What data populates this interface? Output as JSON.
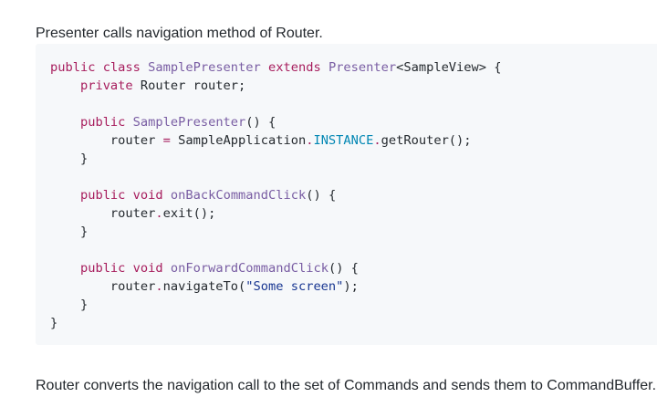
{
  "intro_text": "Presenter calls navigation method of Router.",
  "code_lines": [
    [
      {
        "t": "public",
        "k": "keyword"
      },
      {
        "t": " ",
        "k": "plain"
      },
      {
        "t": "class",
        "k": "keyword"
      },
      {
        "t": " ",
        "k": "plain"
      },
      {
        "t": "SamplePresenter",
        "k": "type"
      },
      {
        "t": " ",
        "k": "plain"
      },
      {
        "t": "extends",
        "k": "keyword"
      },
      {
        "t": " ",
        "k": "plain"
      },
      {
        "t": "Presenter",
        "k": "type"
      },
      {
        "t": "<SampleView>",
        "k": "plain"
      },
      {
        "t": " {",
        "k": "plain"
      }
    ],
    [
      {
        "t": "    ",
        "k": "plain"
      },
      {
        "t": "private",
        "k": "keyword"
      },
      {
        "t": " Router router;",
        "k": "plain"
      }
    ],
    [],
    [
      {
        "t": "    ",
        "k": "plain"
      },
      {
        "t": "public",
        "k": "keyword"
      },
      {
        "t": " ",
        "k": "plain"
      },
      {
        "t": "SamplePresenter",
        "k": "func"
      },
      {
        "t": "() {",
        "k": "plain"
      }
    ],
    [
      {
        "t": "        router ",
        "k": "plain"
      },
      {
        "t": "=",
        "k": "op"
      },
      {
        "t": " SampleApplication",
        "k": "plain"
      },
      {
        "t": ".",
        "k": "op"
      },
      {
        "t": "INSTANCE",
        "k": "constant"
      },
      {
        "t": ".",
        "k": "op"
      },
      {
        "t": "getRouter();",
        "k": "plain"
      }
    ],
    [
      {
        "t": "    }",
        "k": "plain"
      }
    ],
    [],
    [
      {
        "t": "    ",
        "k": "plain"
      },
      {
        "t": "public",
        "k": "keyword"
      },
      {
        "t": " ",
        "k": "plain"
      },
      {
        "t": "void",
        "k": "keyword"
      },
      {
        "t": " ",
        "k": "plain"
      },
      {
        "t": "onBackCommandClick",
        "k": "func"
      },
      {
        "t": "() {",
        "k": "plain"
      }
    ],
    [
      {
        "t": "        router",
        "k": "plain"
      },
      {
        "t": ".",
        "k": "op"
      },
      {
        "t": "exit();",
        "k": "plain"
      }
    ],
    [
      {
        "t": "    }",
        "k": "plain"
      }
    ],
    [],
    [
      {
        "t": "    ",
        "k": "plain"
      },
      {
        "t": "public",
        "k": "keyword"
      },
      {
        "t": " ",
        "k": "plain"
      },
      {
        "t": "void",
        "k": "keyword"
      },
      {
        "t": " ",
        "k": "plain"
      },
      {
        "t": "onForwardCommandClick",
        "k": "func"
      },
      {
        "t": "() {",
        "k": "plain"
      }
    ],
    [
      {
        "t": "        router",
        "k": "plain"
      },
      {
        "t": ".",
        "k": "op"
      },
      {
        "t": "navigateTo(",
        "k": "plain"
      },
      {
        "t": "\"Some screen\"",
        "k": "string"
      },
      {
        "t": ");",
        "k": "plain"
      }
    ],
    [
      {
        "t": "    }",
        "k": "plain"
      }
    ],
    [
      {
        "t": "}",
        "k": "plain"
      }
    ]
  ],
  "outro_text": "Router converts the navigation call to the set of Commands and sends them to CommandBuffer."
}
